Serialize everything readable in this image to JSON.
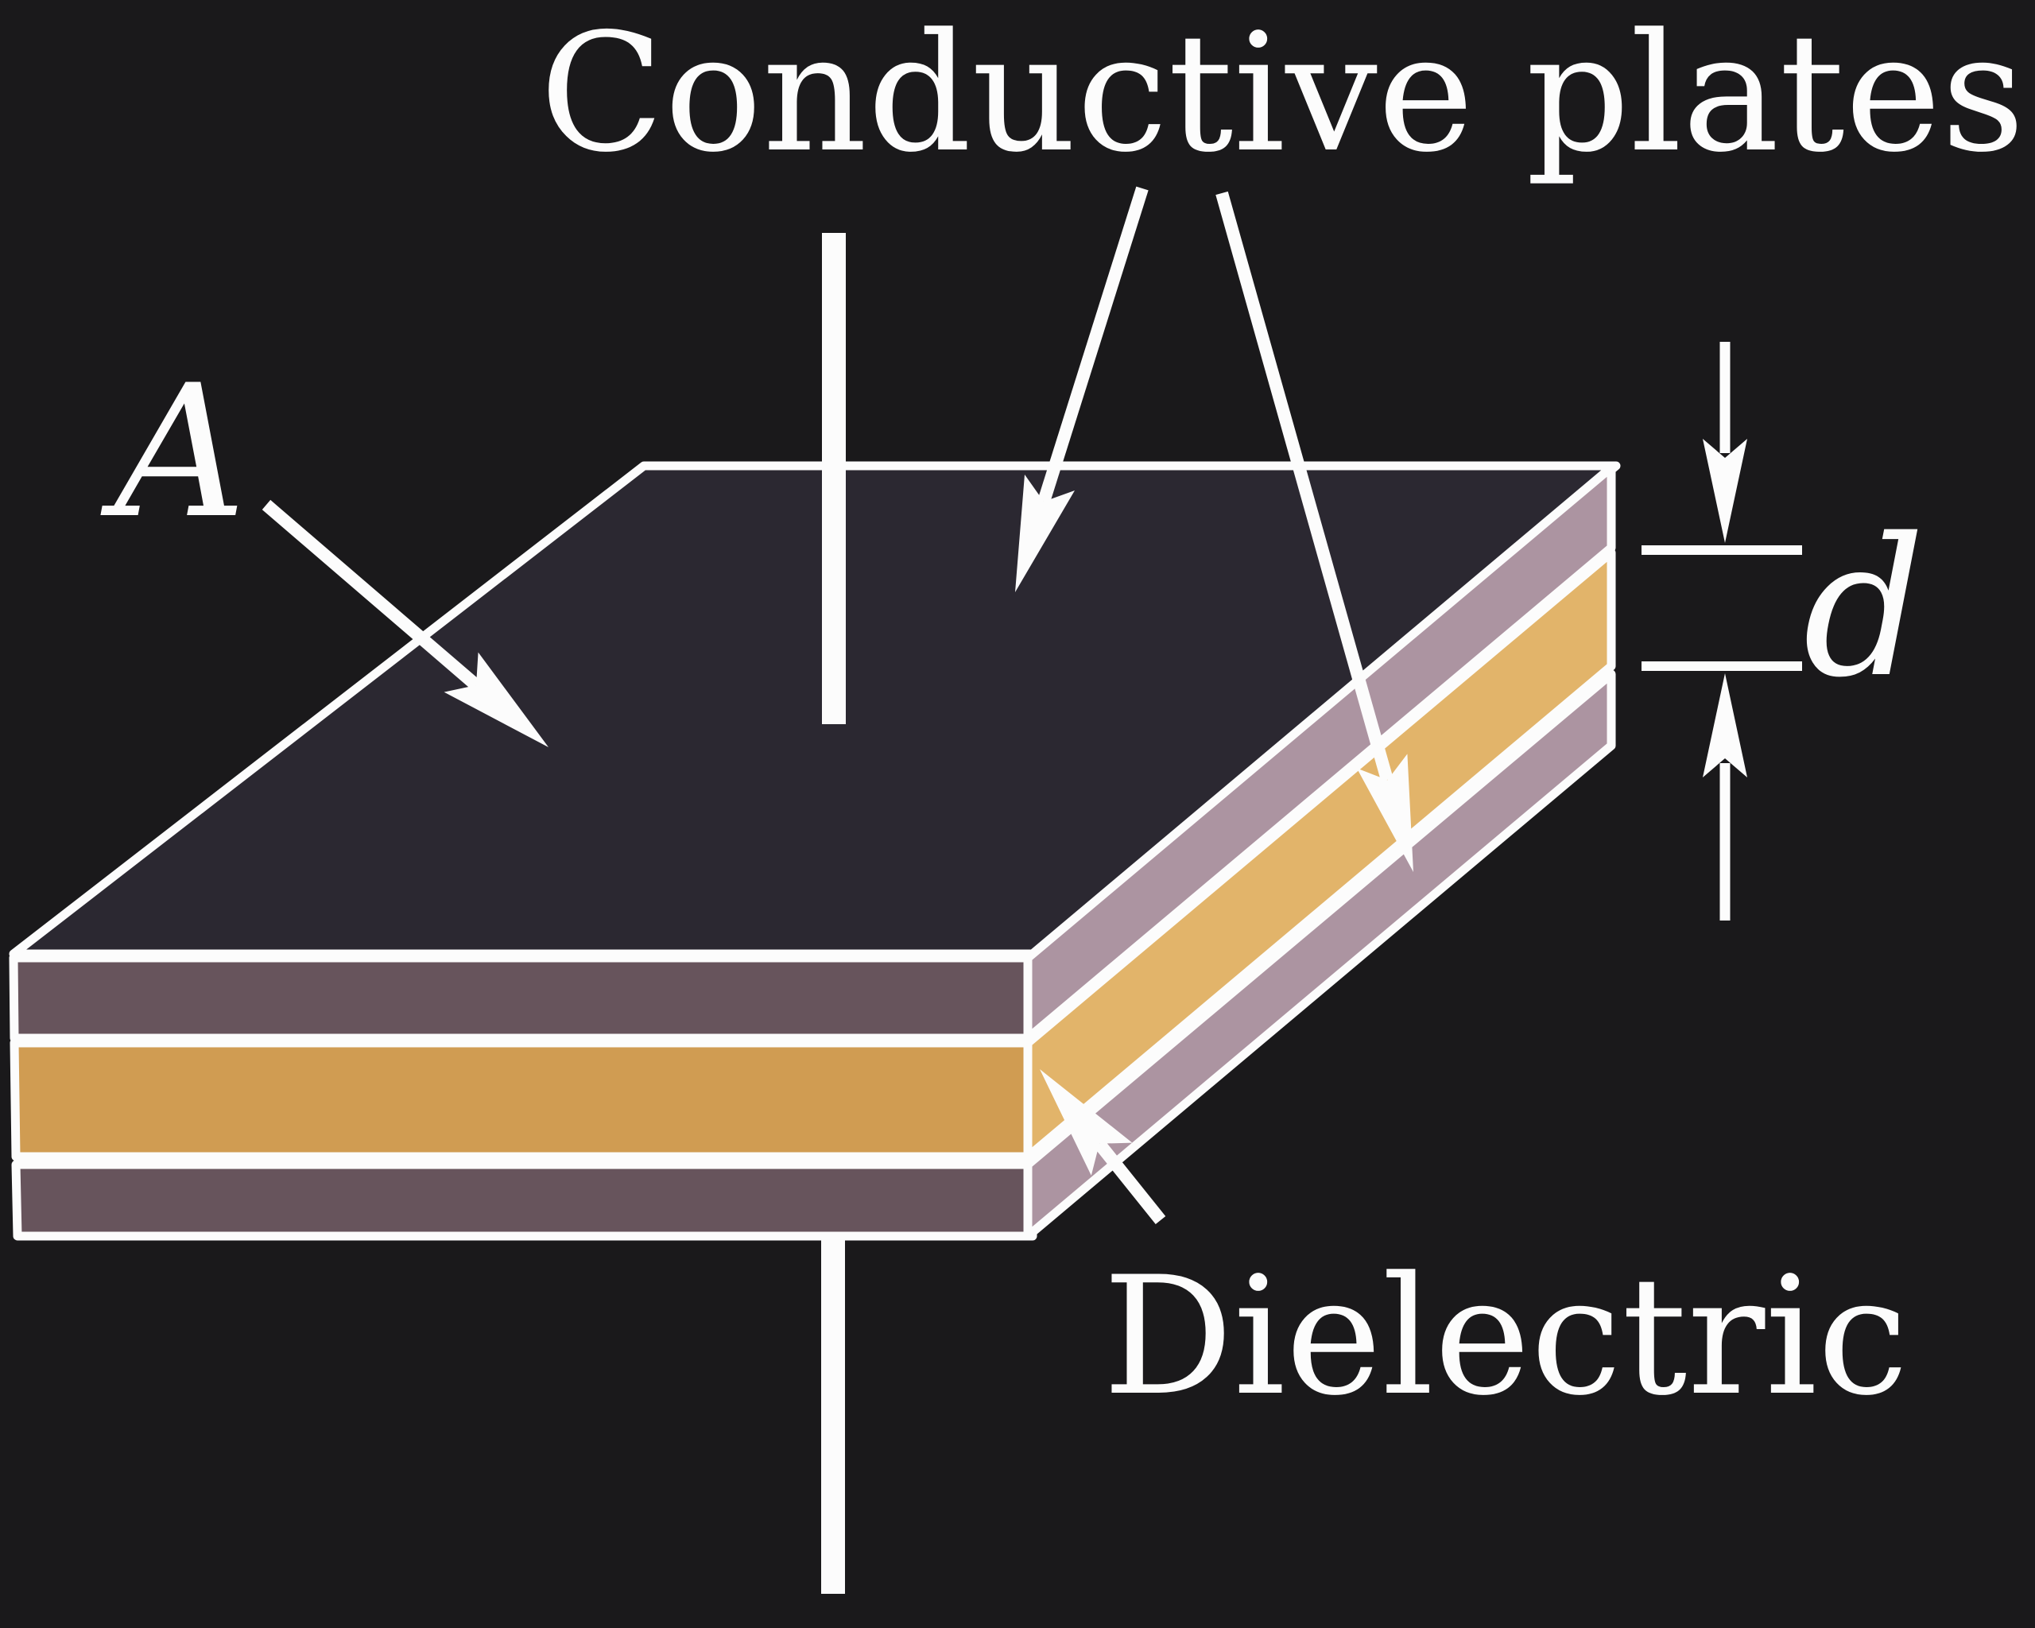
{
  "diagram": {
    "title": "Conductive plates",
    "area_label": "A",
    "separation_label": "d",
    "dielectric_label": "Dielectric"
  },
  "colors": {
    "background": "#1a191b",
    "outline": "#fcfcfc",
    "top_face": "#2b2831",
    "front_plate": "#67545c",
    "front_dielectric": "#d09c52",
    "side_plate": "#ac94a1",
    "side_dielectric": "#e2b46a",
    "wire": "#fcfcfc",
    "arrow": "#fcfcfc",
    "text": "#fcfcfc"
  }
}
